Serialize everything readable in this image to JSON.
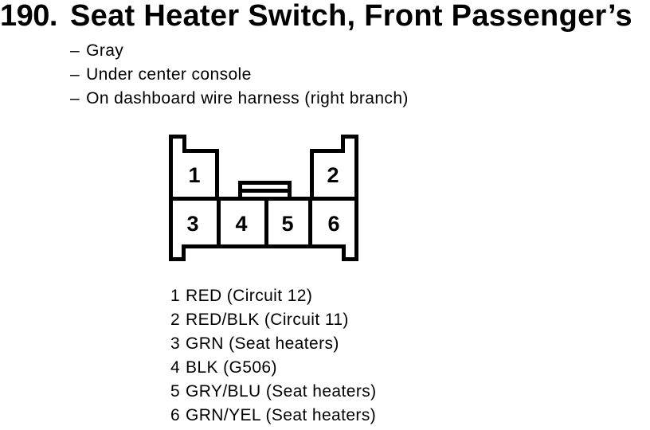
{
  "heading": {
    "number": "190.",
    "title": "Seat Heater Switch, Front Passenger’s"
  },
  "notes": {
    "marker": "–",
    "items": [
      "Gray",
      "Under center console",
      "On dashboard wire harness (right branch)"
    ]
  },
  "connector": {
    "description": "6-pin connector, front view",
    "pins": [
      "1",
      "2",
      "3",
      "4",
      "5",
      "6"
    ]
  },
  "legend": {
    "entries": [
      {
        "pin": "1",
        "label": "RED (Circuit 12)"
      },
      {
        "pin": "2",
        "label": "RED/BLK (Circuit 11)"
      },
      {
        "pin": "3",
        "label": "GRN (Seat heaters)"
      },
      {
        "pin": "4",
        "label": "BLK (G506)"
      },
      {
        "pin": "5",
        "label": "GRY/BLU (Seat heaters)"
      },
      {
        "pin": "6",
        "label": "GRN/YEL (Seat heaters)"
      }
    ]
  },
  "colors": {
    "ink": "#000000",
    "background": "#ffffff"
  }
}
